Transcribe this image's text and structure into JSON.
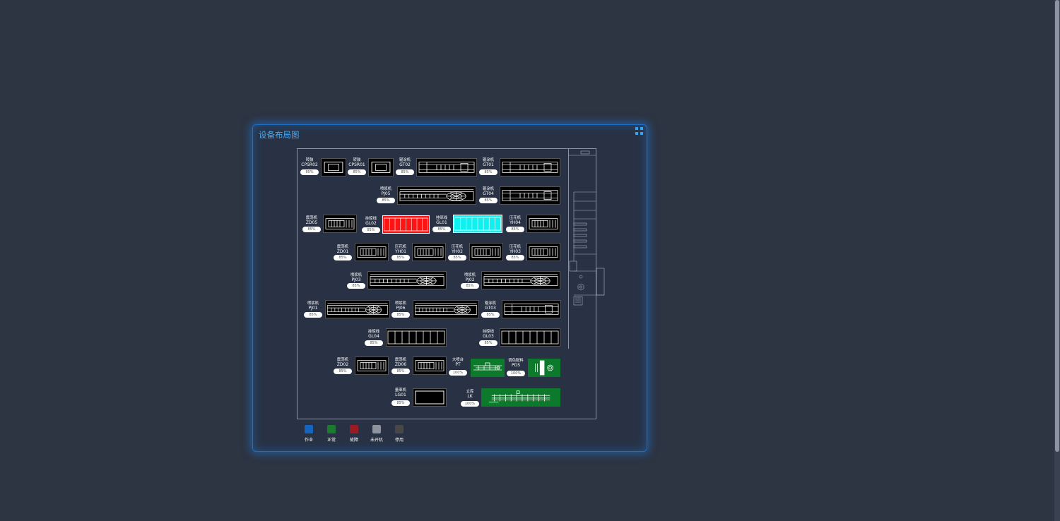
{
  "panel": {
    "title": "设备布局图"
  },
  "equipment": [
    {
      "name": "转鼓",
      "code": "CPSR02",
      "pct": "85%"
    },
    {
      "name": "转鼓",
      "code": "CPSR01",
      "pct": "85%"
    },
    {
      "name": "辊涂机",
      "code": "GT02",
      "pct": "85%"
    },
    {
      "name": "辊涂机",
      "code": "GT01",
      "pct": "85%"
    },
    {
      "name": "喷浆机",
      "code": "PJ05",
      "pct": "85%"
    },
    {
      "name": "辊涂机",
      "code": "GT04",
      "pct": "85%"
    },
    {
      "name": "震荡机",
      "code": "ZD05",
      "pct": "85%"
    },
    {
      "name": "挂晾线",
      "code": "GL02",
      "pct": "85%"
    },
    {
      "name": "挂晾线",
      "code": "GL01",
      "pct": "85%"
    },
    {
      "name": "压花机",
      "code": "YH04",
      "pct": "85%"
    },
    {
      "name": "震荡机",
      "code": "ZD01",
      "pct": "85%"
    },
    {
      "name": "压花机",
      "code": "YH01",
      "pct": "85%"
    },
    {
      "name": "压花机",
      "code": "YH02",
      "pct": "85%"
    },
    {
      "name": "压花机",
      "code": "YH03",
      "pct": "85%"
    },
    {
      "name": "喷浆机",
      "code": "PJ03",
      "pct": "85%"
    },
    {
      "name": "喷浆机",
      "code": "PJ02",
      "pct": "85%"
    },
    {
      "name": "喷浆机",
      "code": "PJ01",
      "pct": "85%"
    },
    {
      "name": "喷浆机",
      "code": "PJ06",
      "pct": "85%"
    },
    {
      "name": "辊涂机",
      "code": "GT03",
      "pct": "85%"
    },
    {
      "name": "挂晾线",
      "code": "GL04",
      "pct": "85%"
    },
    {
      "name": "挂晾线",
      "code": "GL03",
      "pct": "85%"
    },
    {
      "name": "震荡机",
      "code": "ZD02",
      "pct": "85%"
    },
    {
      "name": "震荡机",
      "code": "ZD06",
      "pct": "85%"
    },
    {
      "name": "大喷台",
      "code": "PT",
      "pct": "100%"
    },
    {
      "name": "调色配料",
      "code": "PDS",
      "pct": "100%"
    },
    {
      "name": "量革机",
      "code": "LG01",
      "pct": "85%"
    },
    {
      "name": "立库",
      "code": "LK",
      "pct": "100%"
    }
  ],
  "legend": [
    {
      "label": "作业",
      "color": "#1565c0"
    },
    {
      "label": "正常",
      "color": "#1b7a2e"
    },
    {
      "label": "故障",
      "color": "#9b1b24"
    },
    {
      "label": "未开机",
      "color": "#8e949e"
    },
    {
      "label": "停用",
      "color": "#474747"
    }
  ],
  "status_colors": {
    "fault": "#ff1414",
    "active": "#10f0f0",
    "normal": "#0c7a2a",
    "idle": "#000000"
  }
}
